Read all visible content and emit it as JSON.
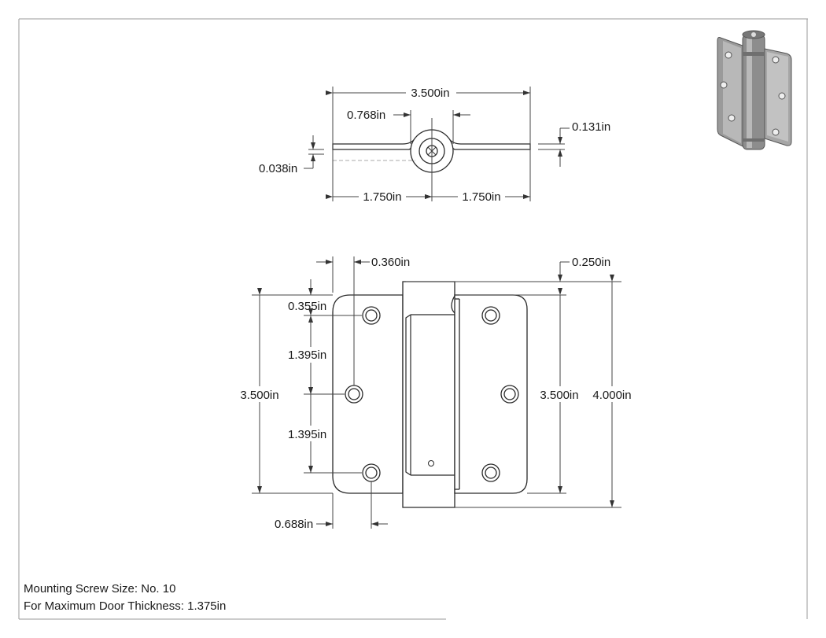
{
  "drawing": {
    "top_view": {
      "overall_width": "3.500in",
      "knuckle_width": "0.768in",
      "leaf_thickness": "0.131in",
      "gap": "0.038in",
      "left_half": "1.750in",
      "right_half": "1.750in"
    },
    "front_view": {
      "edge_offset": "0.360in",
      "knuckle_offset": "0.250in",
      "top_hole_offset": "0.355in",
      "hole_spacing_upper": "1.395in",
      "hole_spacing_lower": "1.395in",
      "left_leaf_height": "3.500in",
      "right_leaf_height": "3.500in",
      "overall_height": "4.000in",
      "hole_from_edge": "0.688in"
    }
  },
  "notes": {
    "screw_size": "Mounting Screw Size: No. 10",
    "door_thickness": "For Maximum Door Thickness: 1.375in"
  },
  "thumbnail": {
    "label": "hinge-isometric-image"
  }
}
